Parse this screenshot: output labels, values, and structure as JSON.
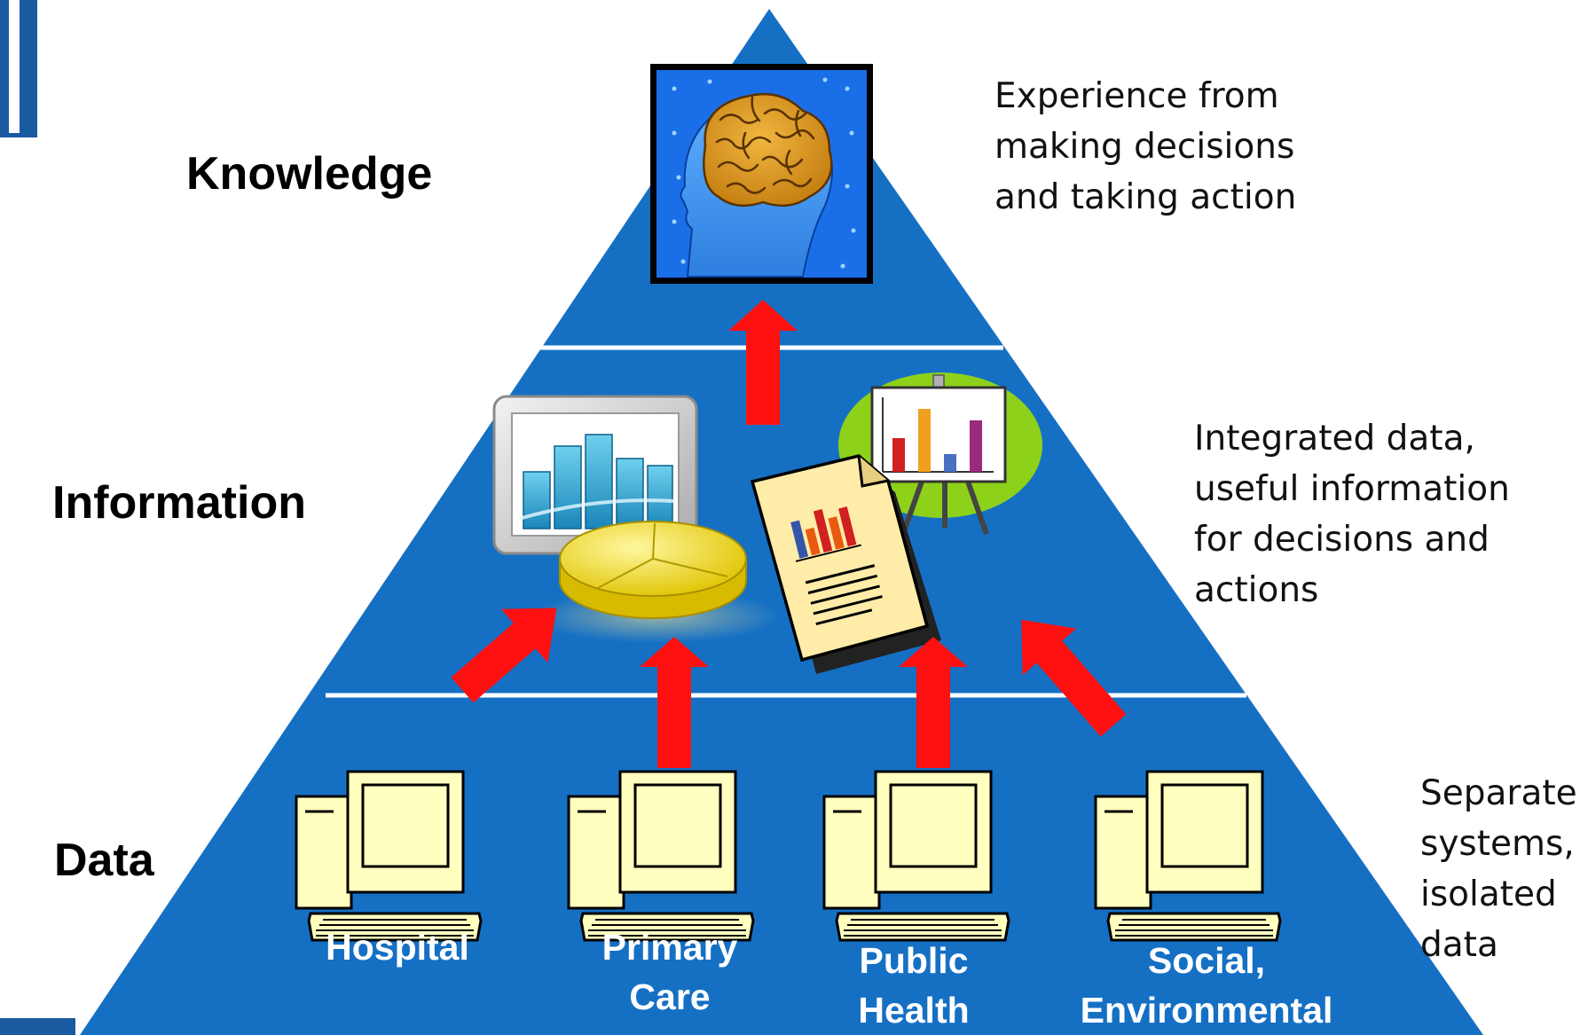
{
  "colors": {
    "pyramid": "#1570c4",
    "divider": "#ffffff",
    "arrow": "#ff1010",
    "computer": "#ffffc0",
    "outline": "#000000"
  },
  "tiers": [
    {
      "label": "Knowledge",
      "description": [
        "Experience from",
        "making decisions",
        "and taking action"
      ],
      "icon": "brain-head-icon"
    },
    {
      "label": "Information",
      "description": [
        "Integrated data,",
        "useful information",
        "for decisions and",
        "actions"
      ],
      "icon": "charts-report-icon"
    },
    {
      "label": "Data",
      "description": [
        "Separate",
        "systems,",
        "isolated",
        "data"
      ],
      "icon": "computer-icon"
    }
  ],
  "sources": [
    {
      "label": [
        "Hospital"
      ]
    },
    {
      "label": [
        "Primary",
        "Care"
      ]
    },
    {
      "label": [
        "Public",
        "Health"
      ]
    },
    {
      "label": [
        "Social,",
        "Environmental"
      ]
    }
  ]
}
